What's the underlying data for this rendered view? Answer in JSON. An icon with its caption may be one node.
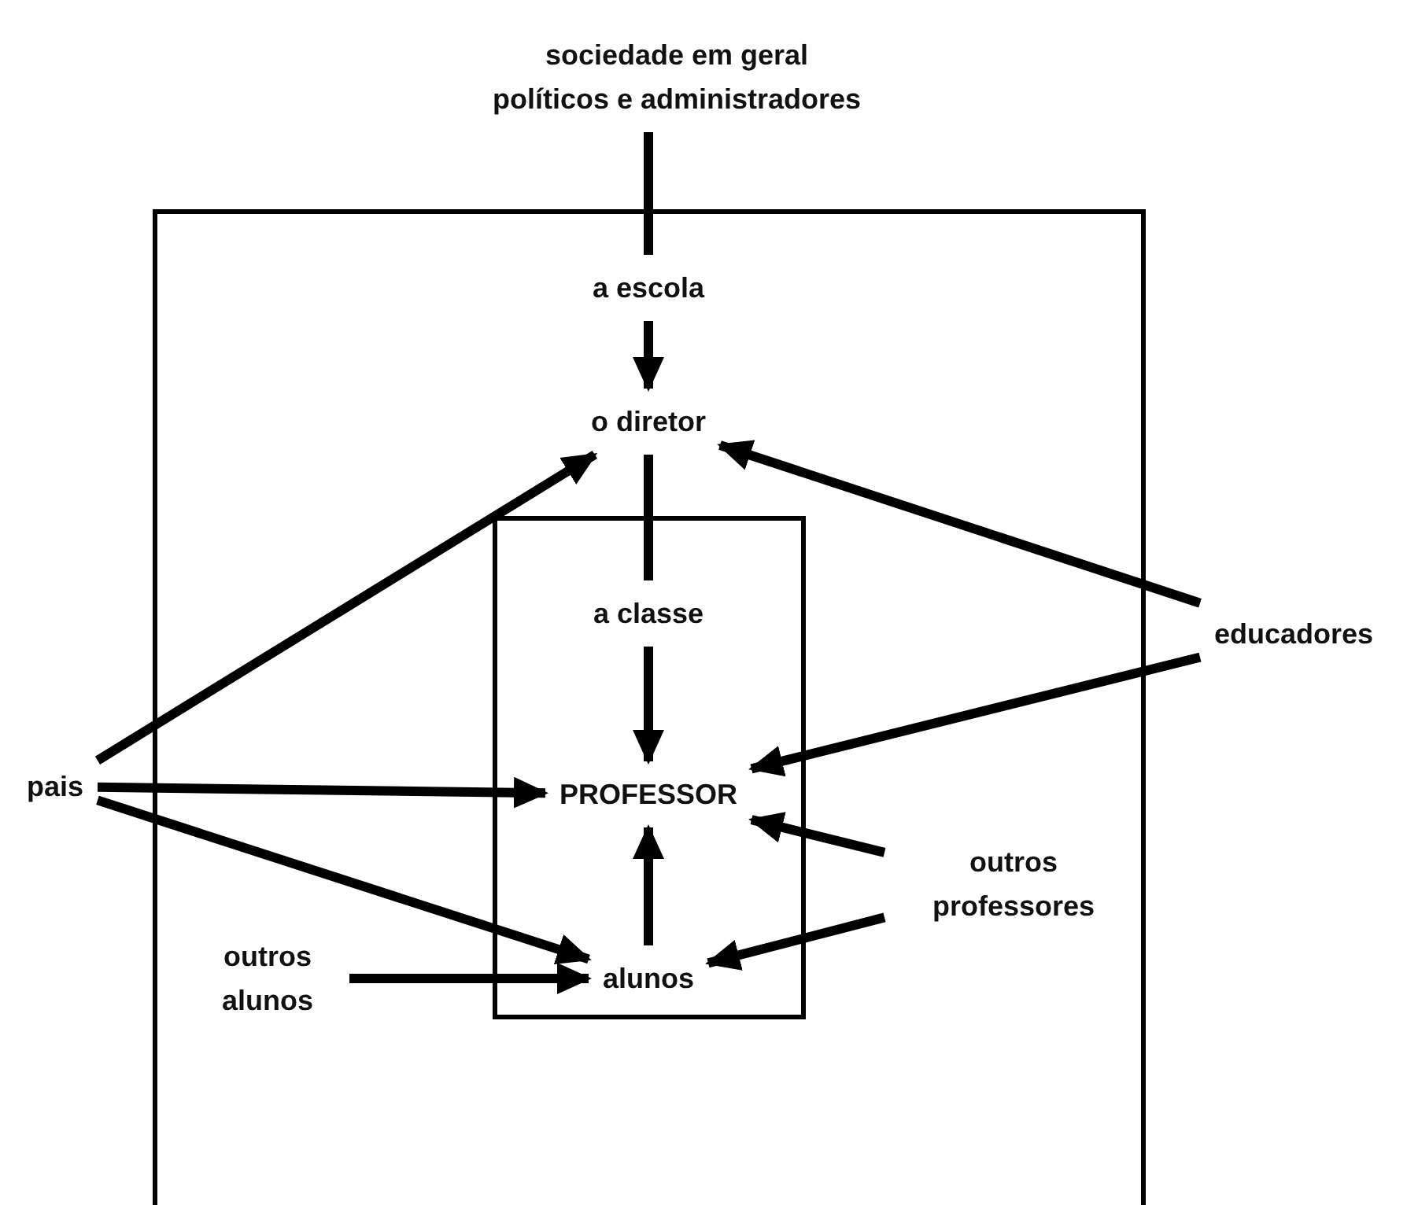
{
  "diagram": {
    "nodes": [
      {
        "text": [
          "sociedade em geral",
          "políticos e administradores"
        ]
      },
      {
        "text": [],
        "shape": "box"
      },
      {
        "text": [
          "a escola"
        ],
        "in": 1
      },
      {
        "text": [
          "o diretor"
        ],
        "in": 1
      },
      {
        "text": [],
        "shape": "box",
        "in": 1
      },
      {
        "text": [
          "a classe"
        ],
        "in": 4
      },
      {
        "text": [
          "PROFESSOR"
        ],
        "in": 4
      },
      {
        "text": [
          "alunos"
        ],
        "in": 4
      },
      {
        "text": [
          "pais"
        ]
      },
      {
        "text": [
          "educadores"
        ]
      },
      {
        "text": [
          "outros alunos"
        ],
        "in": 1
      },
      {
        "text": [
          "outros professores"
        ],
        "in": 1
      }
    ],
    "edges": [
      {
        "from": 0,
        "to": 2,
        "arrow": "none"
      },
      {
        "from": 2,
        "to": 3,
        "arrow": "to"
      },
      {
        "from": 3,
        "to": 5,
        "arrow": "none"
      },
      {
        "from": 5,
        "to": 6,
        "arrow": "to"
      },
      {
        "from": 7,
        "to": 6,
        "arrow": "to"
      },
      {
        "from": 8,
        "to": 3,
        "arrow": "to"
      },
      {
        "from": 8,
        "to": 6,
        "arrow": "to"
      },
      {
        "from": 8,
        "to": 7,
        "arrow": "to"
      },
      {
        "from": 9,
        "to": 3,
        "arrow": "to"
      },
      {
        "from": 9,
        "to": 6,
        "arrow": "to"
      },
      {
        "from": 11,
        "to": 6,
        "arrow": "to"
      },
      {
        "from": 11,
        "to": 7,
        "arrow": "to"
      },
      {
        "from": 10,
        "to": 7,
        "arrow": "to"
      }
    ]
  }
}
